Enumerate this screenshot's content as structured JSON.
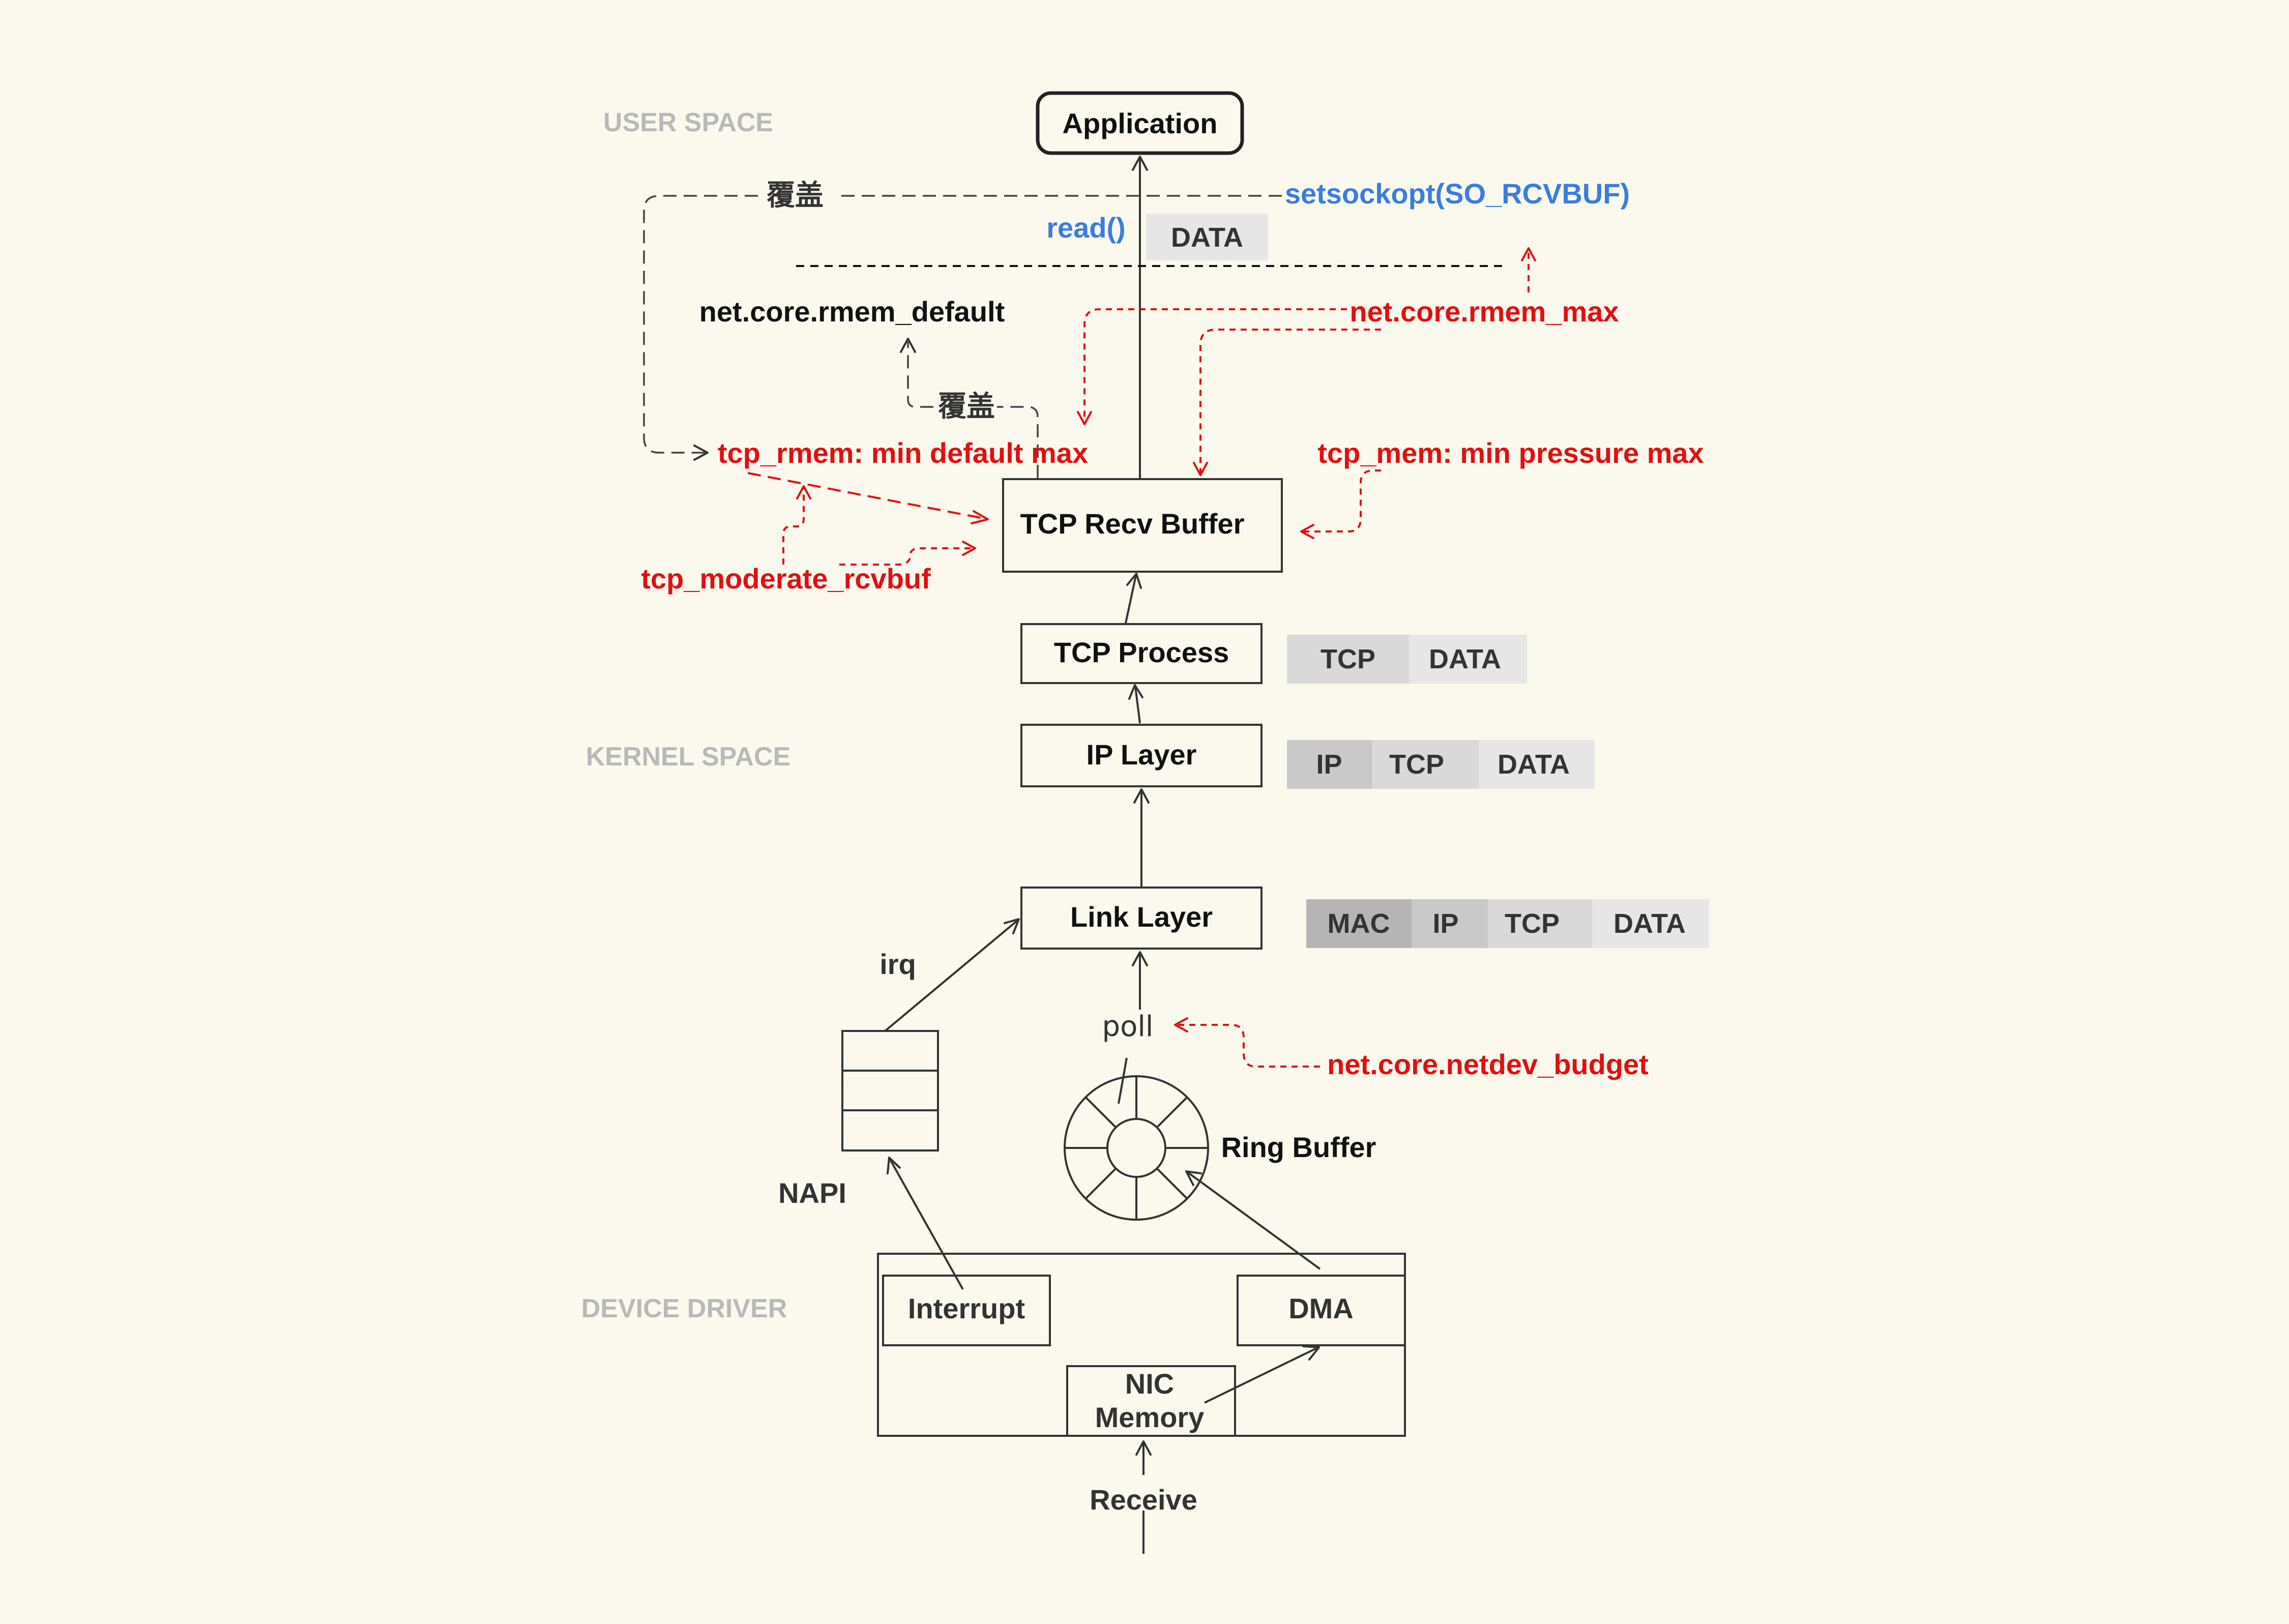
{
  "sections": {
    "user": "USER SPACE",
    "kernel": "KERNEL SPACE",
    "driver": "DEVICE DRIVER"
  },
  "nodes": {
    "application": "Application",
    "tcp_recv_buffer": "TCP Recv Buffer",
    "tcp_process": "TCP Process",
    "ip_layer": "IP Layer",
    "link_layer": "Link Layer",
    "interrupt": "Interrupt",
    "dma": "DMA",
    "nic_memory_line1": "NIC",
    "nic_memory_line2": "Memory",
    "ring_buffer": "Ring Buffer"
  },
  "labels": {
    "read": "read()",
    "setsockopt": "setsockopt(SO_RCVBUF)",
    "override_top": "覆盖",
    "override_mid": "覆盖",
    "rmem_default": "net.core.rmem_default",
    "rmem_max": "net.core.rmem_max",
    "tcp_rmem": "tcp_rmem: min default max",
    "tcp_mem": "tcp_mem: min pressure max",
    "tcp_moderate": "tcp_moderate_rcvbuf",
    "netdev_budget": "net.core.netdev_budget",
    "irq": "irq",
    "napi": "NAPI",
    "poll": "poll",
    "receive": "Receive"
  },
  "packets": {
    "app": [
      "DATA"
    ],
    "tcp": [
      "TCP",
      "DATA"
    ],
    "ip": [
      "IP",
      "TCP",
      "DATA"
    ],
    "link": [
      "MAC",
      "IP",
      "TCP",
      "DATA"
    ]
  },
  "colors": {
    "background": "#fbf9ee",
    "tuning_param": "#e20f0f",
    "syscall": "#3a7de0",
    "section_label": "#b9b9b9",
    "header_mac": "#b5b5b5",
    "header_ip": "#c9c9c9",
    "header_tcp": "#d9d9d9",
    "payload": "#e6e6e6"
  }
}
